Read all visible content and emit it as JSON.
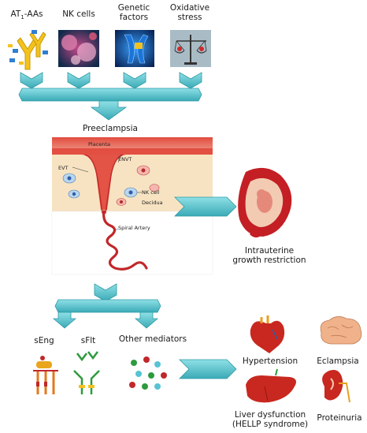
{
  "factors": [
    {
      "label": "AT",
      "sub": "1",
      "suffix": "-AAs",
      "icon": "autoantibody-icon"
    },
    {
      "label": "NK cells",
      "icon": "nk-cells-icon"
    },
    {
      "label": "Genetic factors",
      "line1": "Genetic",
      "line2": "factors",
      "icon": "chromosome-icon"
    },
    {
      "label": "Oxidative stress",
      "line1": "Oxidative",
      "line2": "stress",
      "icon": "balance-scale-icon"
    }
  ],
  "center": {
    "title": "Preeclampsia",
    "labels": {
      "placenta": "Placenta",
      "envt": "ENVT",
      "evt": "EVT",
      "nk_cell": "NK cell",
      "decidua": "Decidua",
      "spiral_artery": "Spiral Artery"
    }
  },
  "outcome_iugr": {
    "line1": "Intrauterine",
    "line2": "growth restriction"
  },
  "mediators": {
    "seng": "sEng",
    "sflt": "sFlt",
    "other": "Other mediators"
  },
  "outcomes": {
    "hypertension": "Hypertension",
    "eclampsia": "Eclampsia",
    "liver_line1": "Liver dysfunction",
    "liver_line2": "(HELLP syndrome)",
    "proteinuria": "Proteinuria"
  },
  "colors": {
    "arrow": "#5ec5cf",
    "arrow_dark": "#2e9aa6",
    "placenta": "#d9403a",
    "decidua": "#f7e3c2",
    "artery": "#c0282a"
  }
}
